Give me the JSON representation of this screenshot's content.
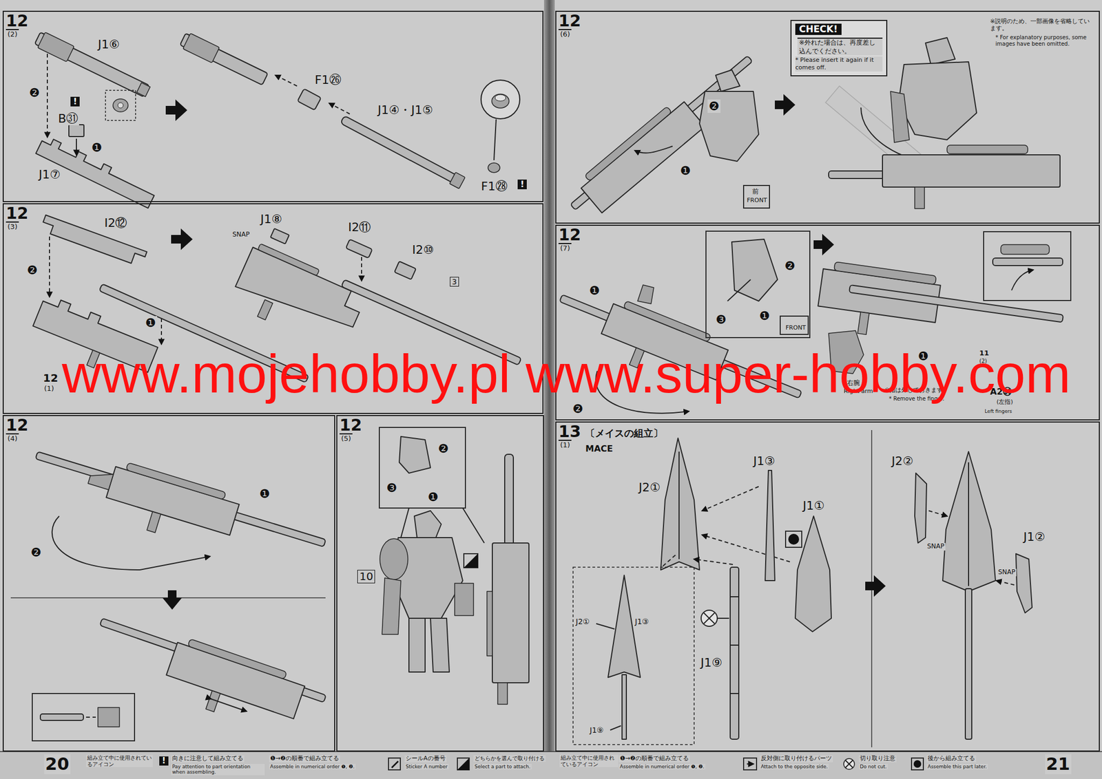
{
  "diagram": {
    "nodes": [
      {
        "text": [
          "12",
          "(2)"
        ]
      },
      {
        "text": [
          "12",
          "(3)"
        ]
      },
      {
        "text": [
          "12",
          "(4)"
        ]
      },
      {
        "text": [
          "12",
          "(5)"
        ]
      },
      {
        "text": [
          "12",
          "(6)"
        ]
      },
      {
        "text": [
          "CHECK!",
          "※外れた場合は、再度差し込んでください。",
          "* Please insert it again if it comes off."
        ],
        "in": 4
      },
      {
        "text": [
          "12",
          "(7)"
        ]
      },
      {
        "text": [
          "13",
          "(1)"
        ]
      }
    ],
    "labels": [
      "J1⑥",
      "!",
      "❷",
      "B㉛",
      "❶",
      "J1⑦",
      "F1㉖",
      "J1④・J1⑤",
      "F1㉘",
      "!",
      "I2⑫",
      "❷",
      "❶",
      "J1⑧",
      "SNAP",
      "I2⑪",
      "I2⑩",
      "3",
      "12",
      "(1)",
      "❶",
      "❷",
      "❷",
      "❸",
      "❶",
      "10",
      "20",
      "組み立て中に使用されているアイコン",
      "!",
      "向きに注意して組み立てる",
      "Pay attention to part orientation when assembling.",
      "❶→❷の順番で組み立てる",
      "Assemble in numerical order ❶, ❷.",
      "シールAの番号",
      "Sticker A number",
      "どちらかを選んで取り付ける",
      "Select a part to attach.",
      "❷",
      "❶",
      "前",
      "FRONT",
      "※説明のため、一部画像を省略しています。",
      "* For explanatory purposes, some images have been omitted.",
      "❶",
      "❷",
      "❸",
      "❶",
      "FRONT",
      "❷",
      "❶",
      "11",
      "(2)",
      "右腕",
      "Right arm",
      "※指は外しておきます。",
      "* Remove the finger.",
      "A2㉞",
      "(左指)",
      "Left fingers",
      "〔メイスの組立〕",
      "MACE",
      "J2①",
      "J1③",
      "J1①",
      "J1⑨",
      "J2①",
      "J1③",
      "J1⑨",
      "J2②",
      "SNAP",
      "SNAP",
      "J1②",
      "組み立て中に使用されているアイコン",
      "❶→❷の順番で組み立てる",
      "Assemble in numerical order ❶, ❷.",
      "反対側に取り付けるパーツ",
      "Attach to the opposite side.",
      "切り取り注意",
      "Do not cut.",
      "後から組み立てる",
      "Assemble this part later.",
      "21",
      "www.mojehobby.pl www.super-hobby.com"
    ]
  }
}
